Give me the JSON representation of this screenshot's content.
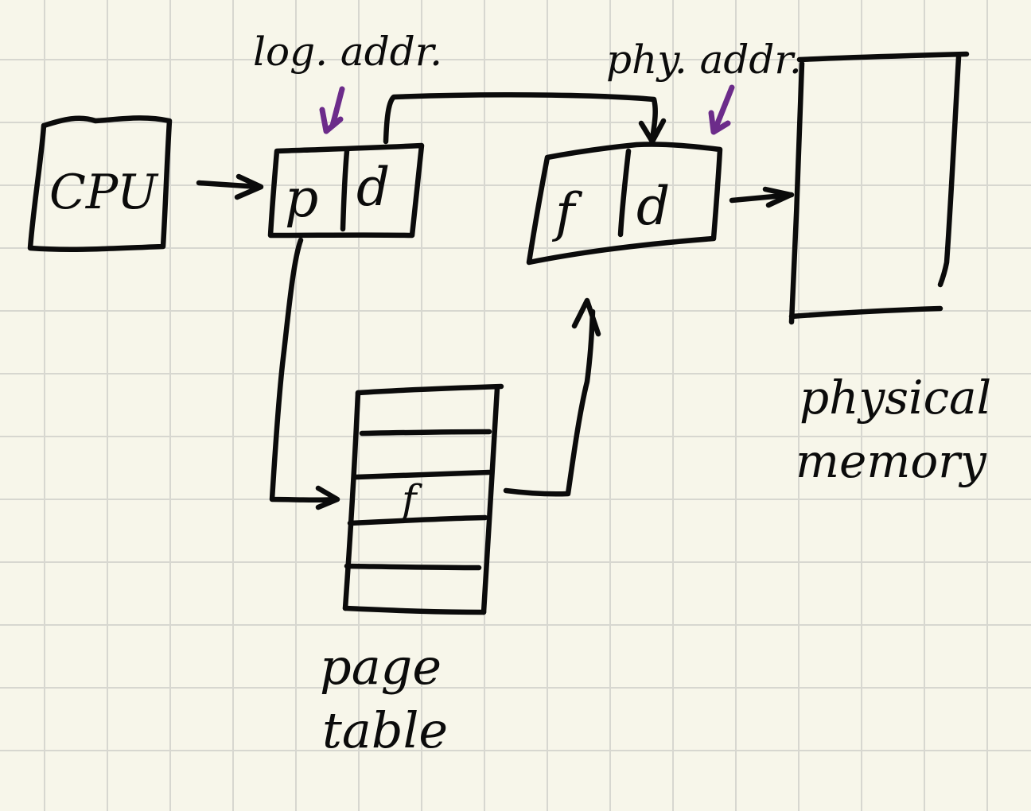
{
  "labels": {
    "cpu": "CPU",
    "logical_address": "log. addr.",
    "physical_address": "phy. addr.",
    "page_number": "p",
    "offset": "d",
    "frame_number": "f",
    "offset_out": "d",
    "page_table_entry": "f",
    "page_table_line1": "page",
    "page_table_line2": "table",
    "physical_memory_line1": "physical",
    "physical_memory_line2": "memory"
  },
  "colors": {
    "ink": "#0b0b0b",
    "highlight": "#6c2c8a",
    "paper": "#f7f6ea",
    "grid": "#d7d7d0"
  }
}
